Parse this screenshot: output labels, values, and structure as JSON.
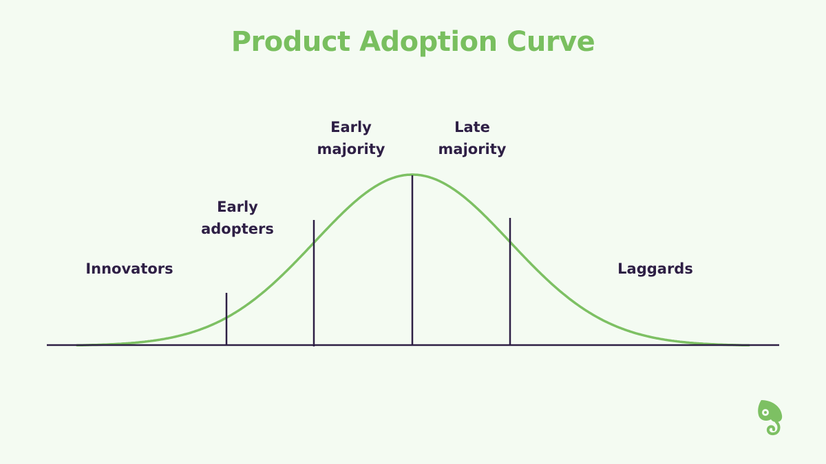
{
  "title": "Product Adoption Curve",
  "colors": {
    "background": "#f4fbf2",
    "title": "#79bf5f",
    "curve": "#7dc063",
    "lines": "#2e1f45",
    "labels": "#2e1f45",
    "logo": "#7dc063"
  },
  "segments": [
    {
      "lines": [
        "Innovators"
      ]
    },
    {
      "lines": [
        "Early",
        "adopters"
      ]
    },
    {
      "lines": [
        "Early",
        "majority"
      ]
    },
    {
      "lines": [
        "Late",
        "majority"
      ]
    },
    {
      "lines": [
        "Laggards"
      ]
    }
  ],
  "logo_icon": "chameleon-logo-icon"
}
